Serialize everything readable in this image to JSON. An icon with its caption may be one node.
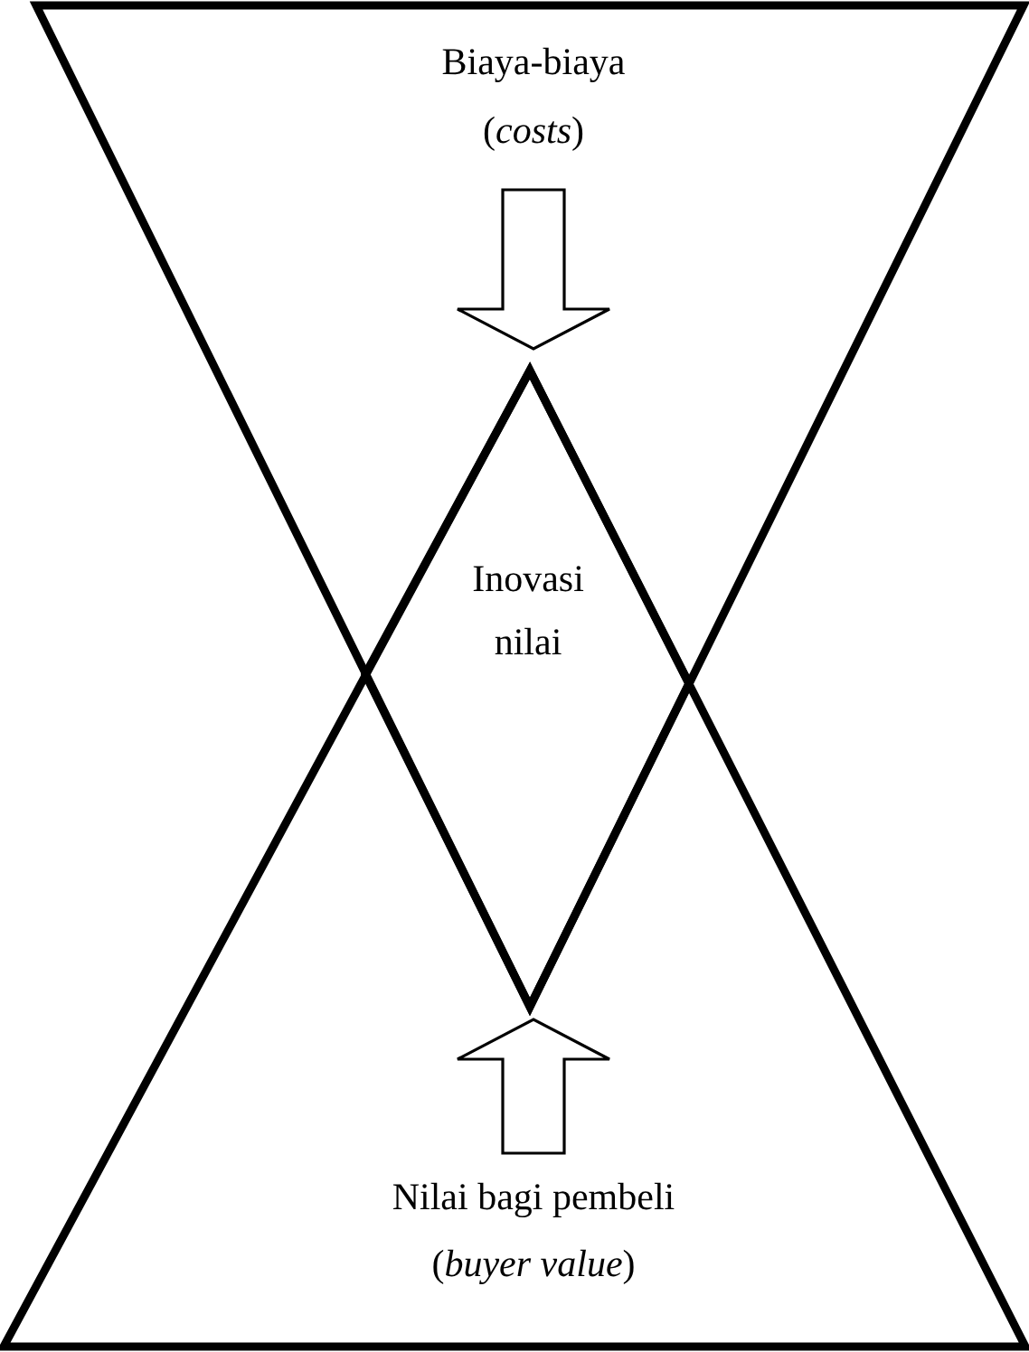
{
  "diagram": {
    "nodes": [
      {
        "text": [
          "Biaya-biaya",
          "(*costs*)"
        ]
      },
      {
        "text": [
          "Inovasi nilai"
        ]
      },
      {
        "text": [
          "Nilai bagi pembeli",
          "(*buyer value*)"
        ]
      }
    ],
    "edges": [
      {
        "from": 0,
        "to": 1,
        "arrow": "to"
      },
      {
        "from": 2,
        "to": 1,
        "arrow": "to"
      }
    ]
  }
}
